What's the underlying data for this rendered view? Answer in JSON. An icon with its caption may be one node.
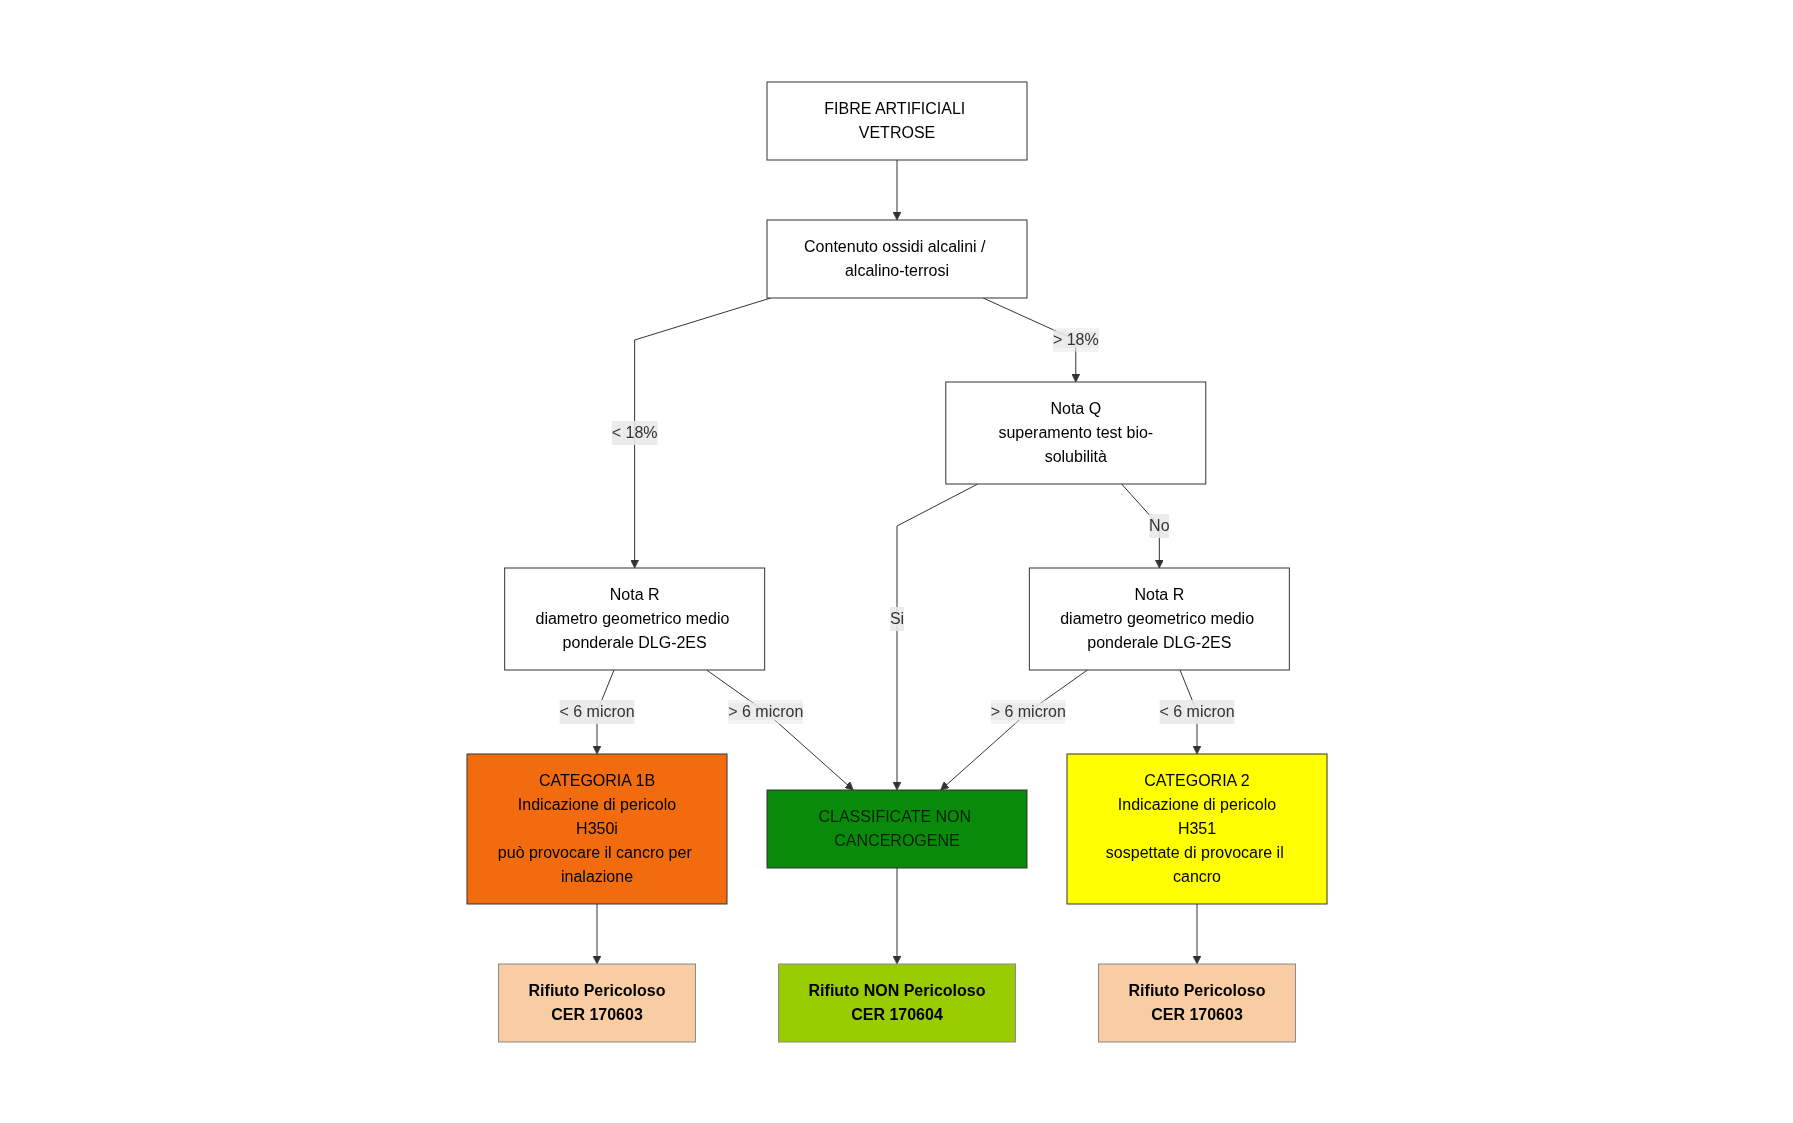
{
  "diagram": {
    "nodes": [
      {
        "text": [
          "FIBRE ARTIFICIALI VETROSE"
        ]
      },
      {
        "text": [
          "Contenuto ossidi alcalini / alcalino-terrosi"
        ]
      },
      {
        "text": [
          "Nota R",
          "diametro geometrico medio ponderale DLG-2ES"
        ]
      },
      {
        "text": [
          "Nota Q",
          "superamento test bio-solubilità"
        ]
      },
      {
        "text": [
          "Nota R",
          "diametro geometrico medio ponderale DLG-2ES"
        ]
      },
      {
        "text": [
          "CATEGORIA 1B",
          "Indicazione di pericolo",
          "H350i",
          "può provocare il cancro per inalazione"
        ]
      },
      {
        "text": [
          "CLASSIFICATE NON CANCEROGENE"
        ]
      },
      {
        "text": [
          "CATEGORIA 2",
          "Indicazione di pericolo",
          "H351",
          "sospettate di provocare il cancro"
        ]
      },
      {
        "text": [
          "Rifiuto Pericoloso",
          "CER 170603"
        ]
      },
      {
        "text": [
          "Rifiuto NON Pericoloso",
          "CER 170604"
        ]
      },
      {
        "text": [
          "Rifiuto Pericoloso",
          "CER 170603"
        ]
      }
    ],
    "edges": [
      {
        "from": 0,
        "to": 1,
        "arrow": "to"
      },
      {
        "from": 1,
        "to": 2,
        "arrow": "to",
        "label": "< 18%"
      },
      {
        "from": 1,
        "to": 3,
        "arrow": "to",
        "label": "> 18%"
      },
      {
        "from": 2,
        "to": 5,
        "arrow": "to",
        "label": "< 6 micron"
      },
      {
        "from": 2,
        "to": 6,
        "arrow": "to",
        "label": "> 6 micron"
      },
      {
        "from": 3,
        "to": 6,
        "arrow": "to",
        "label": "Si"
      },
      {
        "from": 3,
        "to": 4,
        "arrow": "to",
        "label": "No"
      },
      {
        "from": 4,
        "to": 6,
        "arrow": "to",
        "label": "> 6 micron"
      },
      {
        "from": 4,
        "to": 7,
        "arrow": "to",
        "label": "< 6 micron"
      },
      {
        "from": 5,
        "to": 8,
        "arrow": "to"
      },
      {
        "from": 6,
        "to": 9,
        "arrow": "to"
      },
      {
        "from": 7,
        "to": 10,
        "arrow": "to"
      }
    ]
  }
}
